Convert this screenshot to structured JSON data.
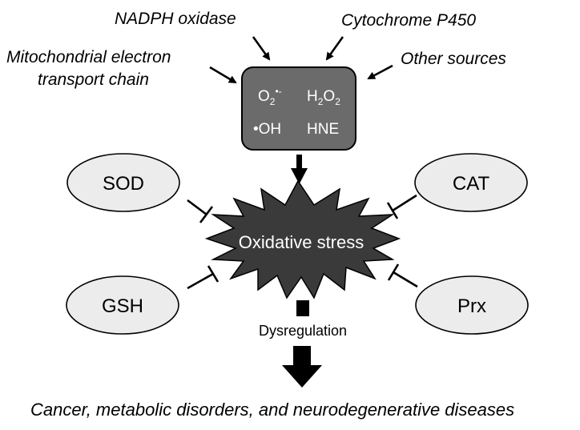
{
  "sources": {
    "nadph": "NADPH oxidase",
    "p450": "Cytochrome P450",
    "mito_line1": "Mitochondrial electron",
    "mito_line2": "transport chain",
    "other": "Other sources"
  },
  "ros_box": {
    "superoxide": {
      "base": "O",
      "sub": "2",
      "sup": "•-"
    },
    "peroxide": {
      "base1": "H",
      "sub1": "2",
      "base2": "O",
      "sub2": "2"
    },
    "hydroxyl": "•OH",
    "hne": "HNE"
  },
  "antioxidants": {
    "sod": "SOD",
    "cat": "CAT",
    "gsh": "GSH",
    "prx": "Prx"
  },
  "center": "Oxidative stress",
  "dysregulation": "Dysregulation",
  "outcome": "Cancer, metabolic disorders, and neurodegenerative diseases",
  "colors": {
    "ros_box_fill": "#6b6b6b",
    "stress_fill": "#3a3a3a",
    "ellipse_fill": "#ececec",
    "stroke": "#000000"
  }
}
